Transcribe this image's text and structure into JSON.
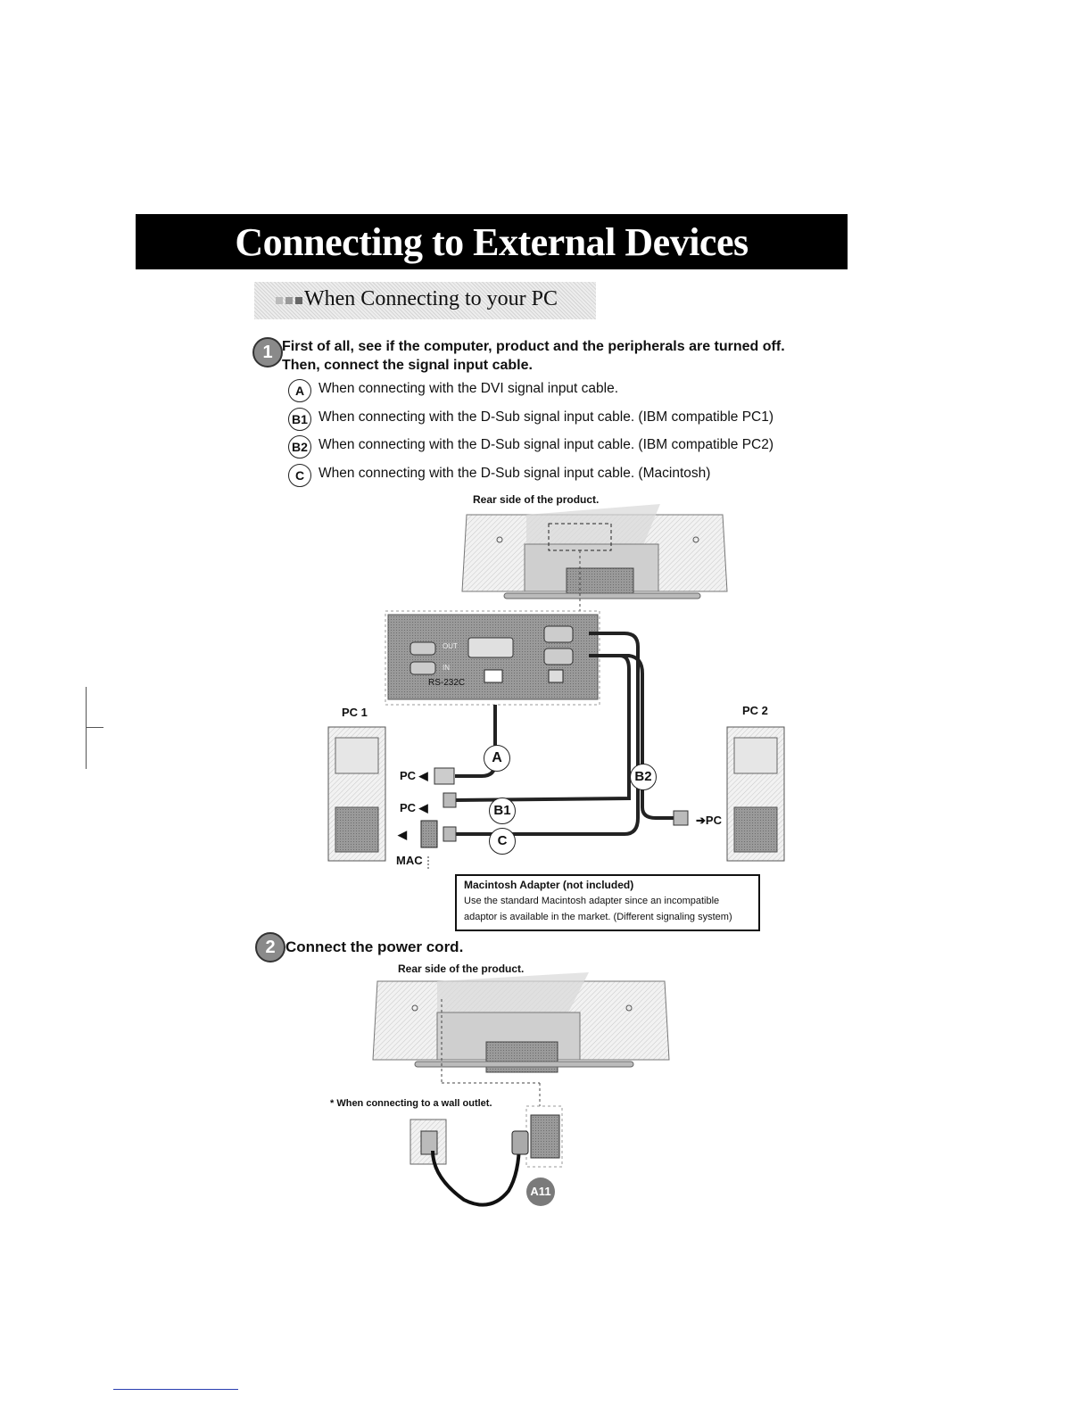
{
  "header": {
    "title": "Connecting to External Devices"
  },
  "section": {
    "title": "When Connecting to your PC"
  },
  "step1": {
    "number": "1",
    "line1": "First of all, see if the computer, product and the peripherals are turned off.",
    "line2": "Then, connect the signal input cable.",
    "items": [
      {
        "badge": "A",
        "text": "When connecting with the DVI signal input cable."
      },
      {
        "badge": "B1",
        "text": "When connecting with the D-Sub signal input cable. (IBM compatible PC1)"
      },
      {
        "badge": "B2",
        "text": "When connecting with the D-Sub signal input cable. (IBM compatible PC2)"
      },
      {
        "badge": "C",
        "text": "When connecting with the D-Sub signal input cable. (Macintosh)"
      }
    ]
  },
  "diagram1": {
    "caption": "Rear side of the product.",
    "pc1_label": "PC 1",
    "pc2_label": "PC 2",
    "port_out": "OUT",
    "port_in": "IN",
    "rs232c": "RS-232C",
    "pc_arrow_label": "PC",
    "mac_label": "MAC",
    "cable_a": "A",
    "cable_b1": "B1",
    "cable_b2": "B2",
    "cable_c": "C",
    "note_title": "Macintosh Adapter (not included)",
    "note_line1": "Use the standard Macintosh adapter since an incompatible",
    "note_line2": "adaptor is available in the market. (Different signaling system)"
  },
  "step2": {
    "number": "2",
    "text": "Connect the power cord."
  },
  "diagram2": {
    "caption": "Rear side of the product.",
    "wall_note": "* When connecting to a wall outlet.",
    "page_badge": "A11"
  }
}
